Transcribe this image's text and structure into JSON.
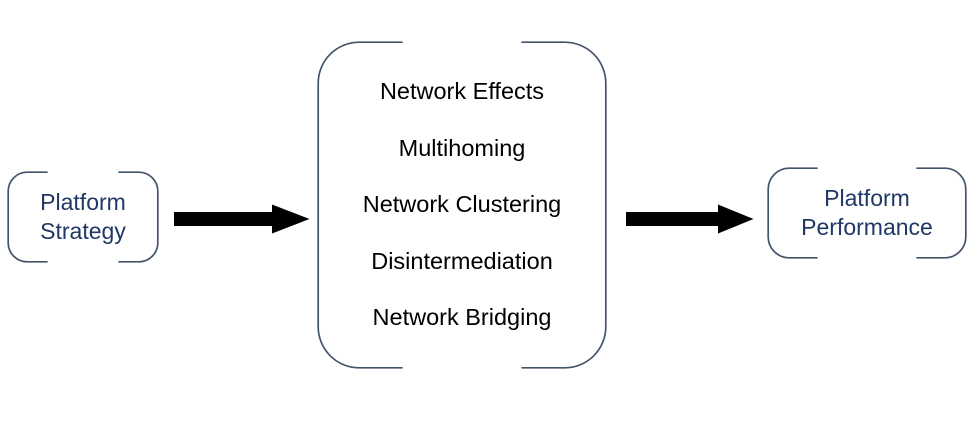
{
  "diagram": {
    "type": "conceptual-framework-flow",
    "background_color": "#FFFFFF",
    "accent_text_color": "#1F3864",
    "bracket_stroke_color": "#44546A",
    "arrow_color": "#000000",
    "antecedent": {
      "name": "platform-strategy",
      "label": "Platform\nStrategy",
      "line_1": "Platform",
      "line_2": "Strategy"
    },
    "mediators": {
      "name": "mediating-mechanisms",
      "items": [
        {
          "label": "Network Effects"
        },
        {
          "label": "Multihoming"
        },
        {
          "label": "Network Clustering"
        },
        {
          "label": "Disintermediation"
        },
        {
          "label": "Network Bridging"
        }
      ]
    },
    "outcome": {
      "name": "platform-performance",
      "label": "Platform\nPerformance",
      "line_1": "Platform",
      "line_2": "Performance"
    },
    "connectors": [
      {
        "name": "arrow-strategy-to-mediators",
        "from": "Platform Strategy",
        "to": "Mediators",
        "style": "solid-block-arrow",
        "direction": "right"
      },
      {
        "name": "arrow-mediators-to-performance",
        "from": "Mediators",
        "to": "Platform Performance",
        "style": "solid-block-arrow",
        "direction": "right"
      }
    ]
  }
}
